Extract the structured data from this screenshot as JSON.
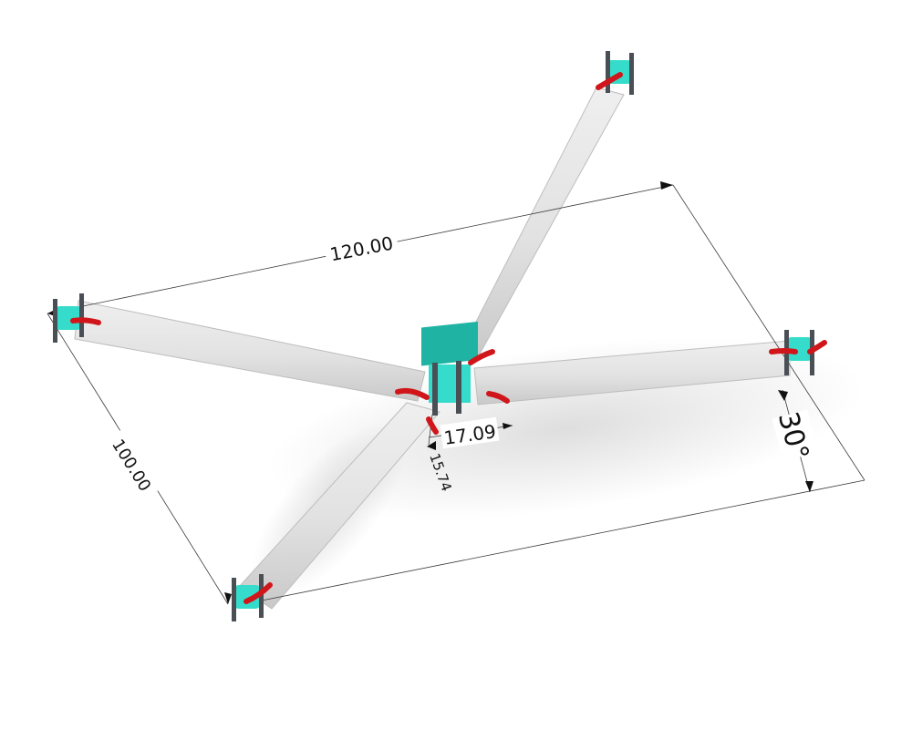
{
  "dimensions": {
    "length": "120.00",
    "width": "100.00",
    "offset_x": "17.09",
    "offset_y": "15.74",
    "angle": "30°"
  },
  "colors": {
    "background": "#ffffff",
    "arm": "#e4e4e4",
    "arm_shade": "#cfcfcf",
    "hub": "#2fd6c4",
    "hub_dark": "#1fb3a3",
    "clip": "#d0161a",
    "fin": "#4a4f55",
    "dim_line": "#3a3a3a",
    "text": "#111111"
  }
}
